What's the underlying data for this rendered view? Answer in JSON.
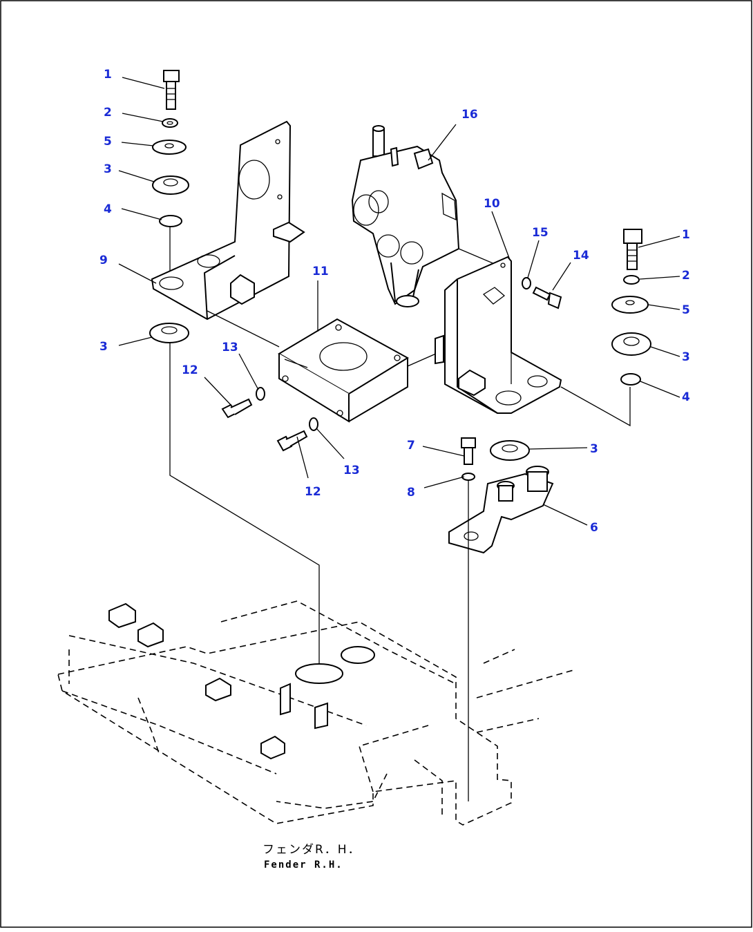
{
  "callouts": [
    {
      "id": "c1a",
      "text": "1"
    },
    {
      "id": "c2a",
      "text": "2"
    },
    {
      "id": "c5a",
      "text": "5"
    },
    {
      "id": "c3a",
      "text": "3"
    },
    {
      "id": "c4a",
      "text": "4"
    },
    {
      "id": "c9",
      "text": "9"
    },
    {
      "id": "c3b",
      "text": "3"
    },
    {
      "id": "c16",
      "text": "16"
    },
    {
      "id": "c10",
      "text": "10"
    },
    {
      "id": "c15",
      "text": "15"
    },
    {
      "id": "c14",
      "text": "14"
    },
    {
      "id": "c1b",
      "text": "1"
    },
    {
      "id": "c2b",
      "text": "2"
    },
    {
      "id": "c5b",
      "text": "5"
    },
    {
      "id": "c3c",
      "text": "3"
    },
    {
      "id": "c4b",
      "text": "4"
    },
    {
      "id": "c11",
      "text": "11"
    },
    {
      "id": "c13a",
      "text": "13"
    },
    {
      "id": "c12a",
      "text": "12"
    },
    {
      "id": "c12b",
      "text": "12"
    },
    {
      "id": "c13b",
      "text": "13"
    },
    {
      "id": "c7",
      "text": "7"
    },
    {
      "id": "c8",
      "text": "8"
    },
    {
      "id": "c3d",
      "text": "3"
    },
    {
      "id": "c6",
      "text": "6"
    }
  ],
  "caption": {
    "japanese": "フェンダR．H．",
    "english": "Fender R.H."
  }
}
